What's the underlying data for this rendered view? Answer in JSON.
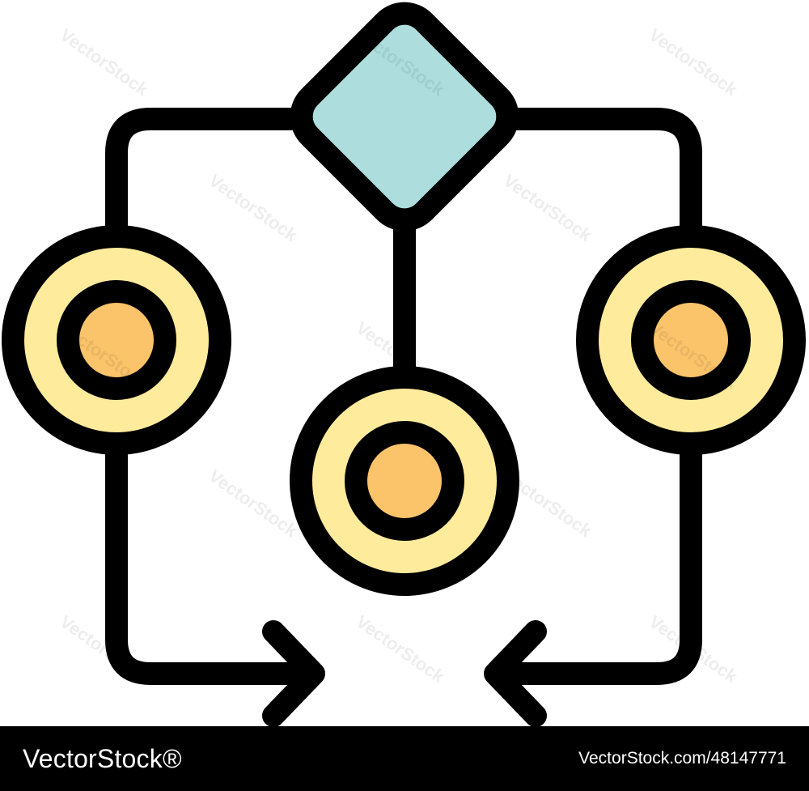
{
  "colors": {
    "stroke": "#000000",
    "diamond_fill": "#ADDDDD",
    "ring_fill": "#FFEB9C",
    "core_fill": "#FBC36A",
    "footer_bg": "#000000",
    "footer_text": "#FFFFFF"
  },
  "diagram": {
    "nodes": [
      {
        "id": "decision",
        "shape": "diamond"
      },
      {
        "id": "left-node",
        "shape": "ring"
      },
      {
        "id": "center-node",
        "shape": "ring"
      },
      {
        "id": "right-node",
        "shape": "ring"
      }
    ],
    "edges": [
      {
        "from": "decision",
        "to": "left-node"
      },
      {
        "from": "decision",
        "to": "center-node"
      },
      {
        "from": "decision",
        "to": "right-node"
      },
      {
        "from": "left-node",
        "to": "center-node",
        "arrow": "chevron-right"
      },
      {
        "from": "right-node",
        "to": "center-node",
        "arrow": "chevron-left"
      }
    ]
  },
  "watermark": {
    "text": "VectorStock"
  },
  "footer": {
    "brand": "VectorStock®",
    "credit": "VectorStock.com/48147771"
  }
}
